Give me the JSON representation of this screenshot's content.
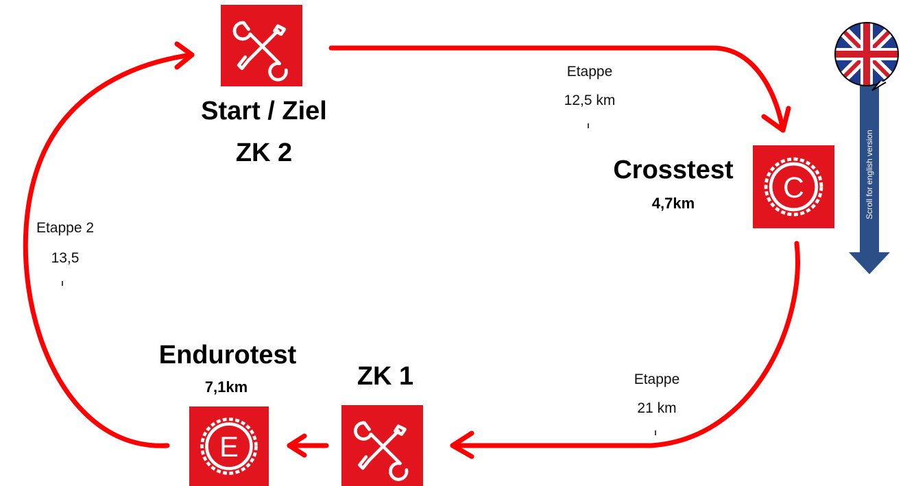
{
  "colors": {
    "route": "#ff0000",
    "icon_bg": "#e2141e",
    "scroll_arrow": "#2b4f86"
  },
  "nodes": {
    "start": {
      "title": "Start / Ziel",
      "subtitle": "ZK 2",
      "icon": "wrench-screwdriver-icon"
    },
    "crosstest": {
      "title": "Crosstest",
      "distance": "4,7km",
      "icon": "gear-letter-c-icon",
      "letter": "C"
    },
    "zk1": {
      "title": "ZK 1",
      "icon": "wrench-screwdriver-icon"
    },
    "endurotest": {
      "title": "Endurotest",
      "distance": "7,1km",
      "icon": "gear-letter-e-icon",
      "letter": "E"
    }
  },
  "stages": {
    "etappe1": {
      "label": "Etappe",
      "distance": "12,5 km"
    },
    "etappe2": {
      "label": "Etappe 2",
      "distance": "13,5"
    },
    "etappe3": {
      "label": "Etappe",
      "distance": "21 km"
    }
  },
  "language_switch": {
    "icon": "uk-flag-icon",
    "scroll_text": "Scroll for english version"
  }
}
